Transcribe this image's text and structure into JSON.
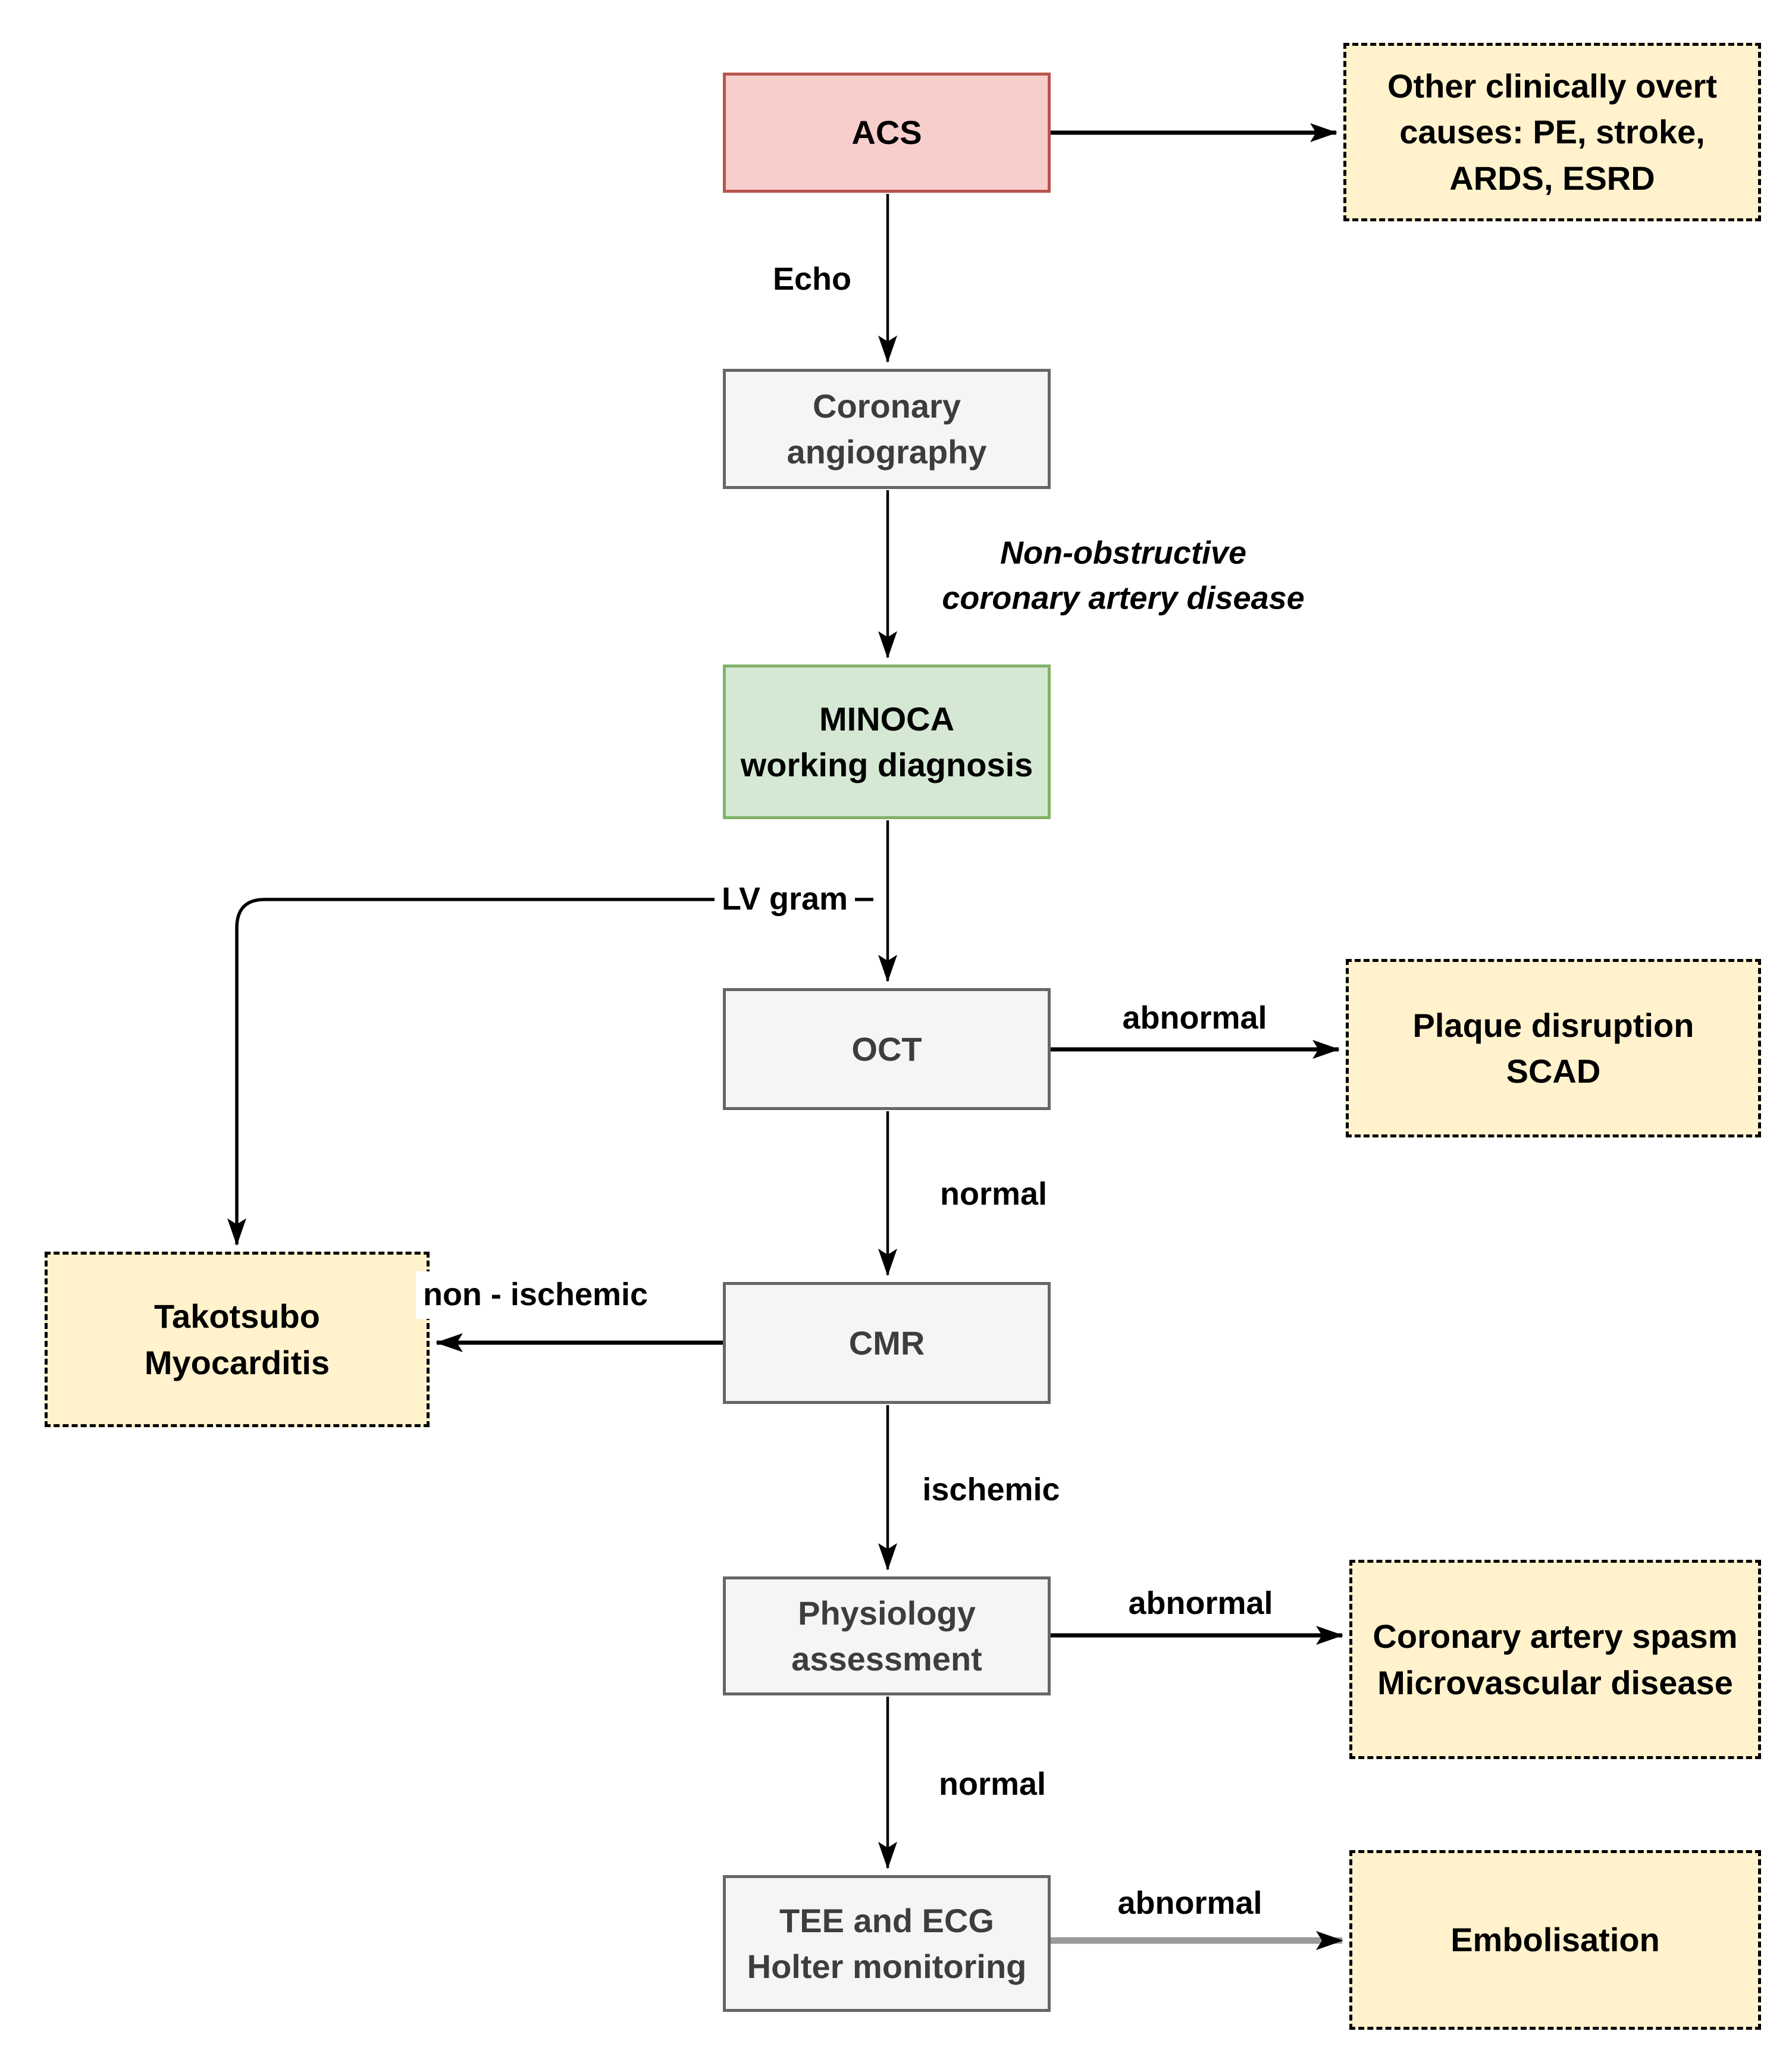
{
  "diagram": {
    "description": "MINOCA diagnostic workup flowchart",
    "nodes": {
      "acs": {
        "label": "ACS",
        "type": "start"
      },
      "other_causes": {
        "label": "Other clinically overt\ncauses: PE, stroke,\nARDS, ESRD",
        "type": "outcome"
      },
      "coronary_angiography": {
        "label": "Coronary\nangiography",
        "type": "test"
      },
      "minoca": {
        "label": "MINOCA\nworking diagnosis",
        "type": "diagnosis"
      },
      "oct": {
        "label": "OCT",
        "type": "test"
      },
      "plaque": {
        "label": "Plaque disruption\nSCAD",
        "type": "outcome"
      },
      "takotsubo": {
        "label": "Takotsubo\nMyocarditis",
        "type": "outcome"
      },
      "cmr": {
        "label": "CMR",
        "type": "test"
      },
      "physiology": {
        "label": "Physiology\nassessment",
        "type": "test"
      },
      "spasm": {
        "label": "Coronary artery spasm\nMicrovascular disease",
        "type": "outcome"
      },
      "tee": {
        "label": "TEE and ECG\nHolter monitoring",
        "type": "test"
      },
      "embolisation": {
        "label": "Embolisation",
        "type": "outcome"
      }
    },
    "edge_labels": {
      "echo": "Echo",
      "non_obstructive": "Non-obstructive\ncoronary artery disease",
      "lv_gram": "LV gram",
      "oct_abnormal": "abnormal",
      "oct_normal": "normal",
      "cmr_non_ischemic": "non - ischemic",
      "cmr_ischemic": "ischemic",
      "physiology_abnormal": "abnormal",
      "physiology_normal": "normal",
      "tee_abnormal": "abnormal"
    },
    "palette": {
      "start_fill": "#f8cecc",
      "start_stroke": "#b85450",
      "test_fill": "#f5f5f5",
      "test_stroke": "#666666",
      "diagnosis_fill": "#d5e8d4",
      "diagnosis_stroke": "#82b366",
      "outcome_fill": "#fff2cc",
      "outcome_stroke": "#000000",
      "arrow": "#000000",
      "tee_arrow": "#9a9a9a",
      "background": "#ffffff"
    }
  }
}
